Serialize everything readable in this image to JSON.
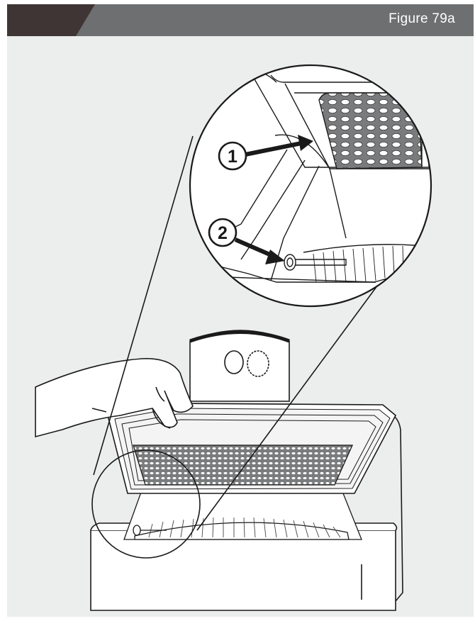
{
  "header": {
    "figure_label": "Figure 79a",
    "bar_color": "#6e6f71",
    "accent_color": "#3f3535"
  },
  "callouts": [
    {
      "number": "1"
    },
    {
      "number": "2"
    }
  ]
}
